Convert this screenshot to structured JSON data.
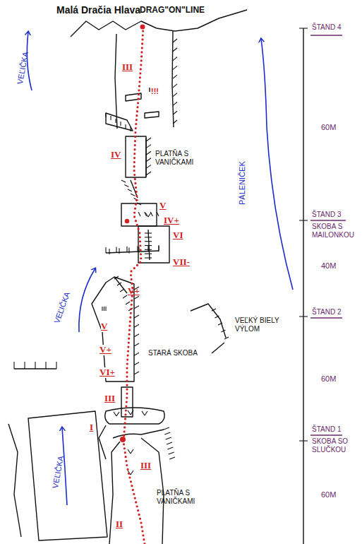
{
  "diagram": {
    "title": "Malá Dračia Hlava",
    "labels": [
      "DRAG\"ON\"LINE",
      "III",
      "!!!",
      "IV",
      "V",
      "IV+",
      "VI",
      "VII-",
      "V+",
      "V",
      "V+",
      "VI+",
      "III",
      "I",
      "III",
      "II",
      "PLATŇA S VANIČKAMI",
      "STARÁ SKOBA",
      "VEĽKÝ BIELY VÝLOM",
      "PLATŇA S VANIČKAMI",
      "VEĽIČKA",
      "VEĽIČKA",
      "VEĽIČKA",
      "PÁLENIČEK",
      "ŠTAND 4",
      "60M",
      "ŠTAND 3",
      "SKOBA S MAILONKOU",
      "40M",
      "ŠTAND 2",
      "60M",
      "ŠTAND 1",
      "SKOBA SO SLUČKOU",
      "60M"
    ]
  }
}
